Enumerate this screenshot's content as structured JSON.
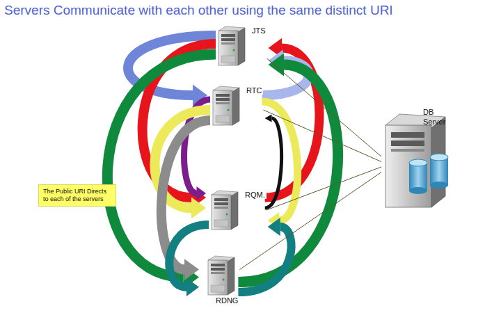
{
  "diagram": {
    "title": "Servers Communicate with each other using the same distinct URI",
    "nodes": [
      {
        "text": [
          "JTS"
        ]
      },
      {
        "text": [
          "RTC"
        ]
      },
      {
        "text": [
          "DB Server"
        ]
      },
      {
        "text": [
          "The Public URI Directs to each of the servers"
        ]
      },
      {
        "text": [
          "RQM."
        ]
      },
      {
        "text": [
          "RDNG"
        ]
      }
    ],
    "edges": [
      {
        "from": 0,
        "to": 1,
        "arrow": "to"
      },
      {
        "from": 0,
        "to": 4,
        "arrow": "to"
      },
      {
        "from": 0,
        "to": 5,
        "arrow": "to"
      },
      {
        "from": 1,
        "to": 4,
        "arrow": "to"
      },
      {
        "from": 1,
        "to": 4,
        "arrow": "to"
      },
      {
        "from": 1,
        "to": 5,
        "arrow": "to"
      },
      {
        "from": 4,
        "to": 5,
        "arrow": "to"
      },
      {
        "from": 4,
        "to": 0,
        "arrow": "to"
      },
      {
        "from": 1,
        "to": 0,
        "arrow": "to"
      },
      {
        "from": 4,
        "to": 1,
        "arrow": "to"
      },
      {
        "from": 1,
        "to": 4,
        "arrow": "to"
      },
      {
        "from": 5,
        "to": 0,
        "arrow": "to"
      },
      {
        "from": 5,
        "to": 4,
        "arrow": "to"
      },
      {
        "from": 0,
        "to": 2,
        "arrow": "none"
      },
      {
        "from": 1,
        "to": 2,
        "arrow": "none"
      },
      {
        "from": 4,
        "to": 2,
        "arrow": "none"
      },
      {
        "from": 5,
        "to": 2,
        "arrow": "none"
      }
    ]
  }
}
